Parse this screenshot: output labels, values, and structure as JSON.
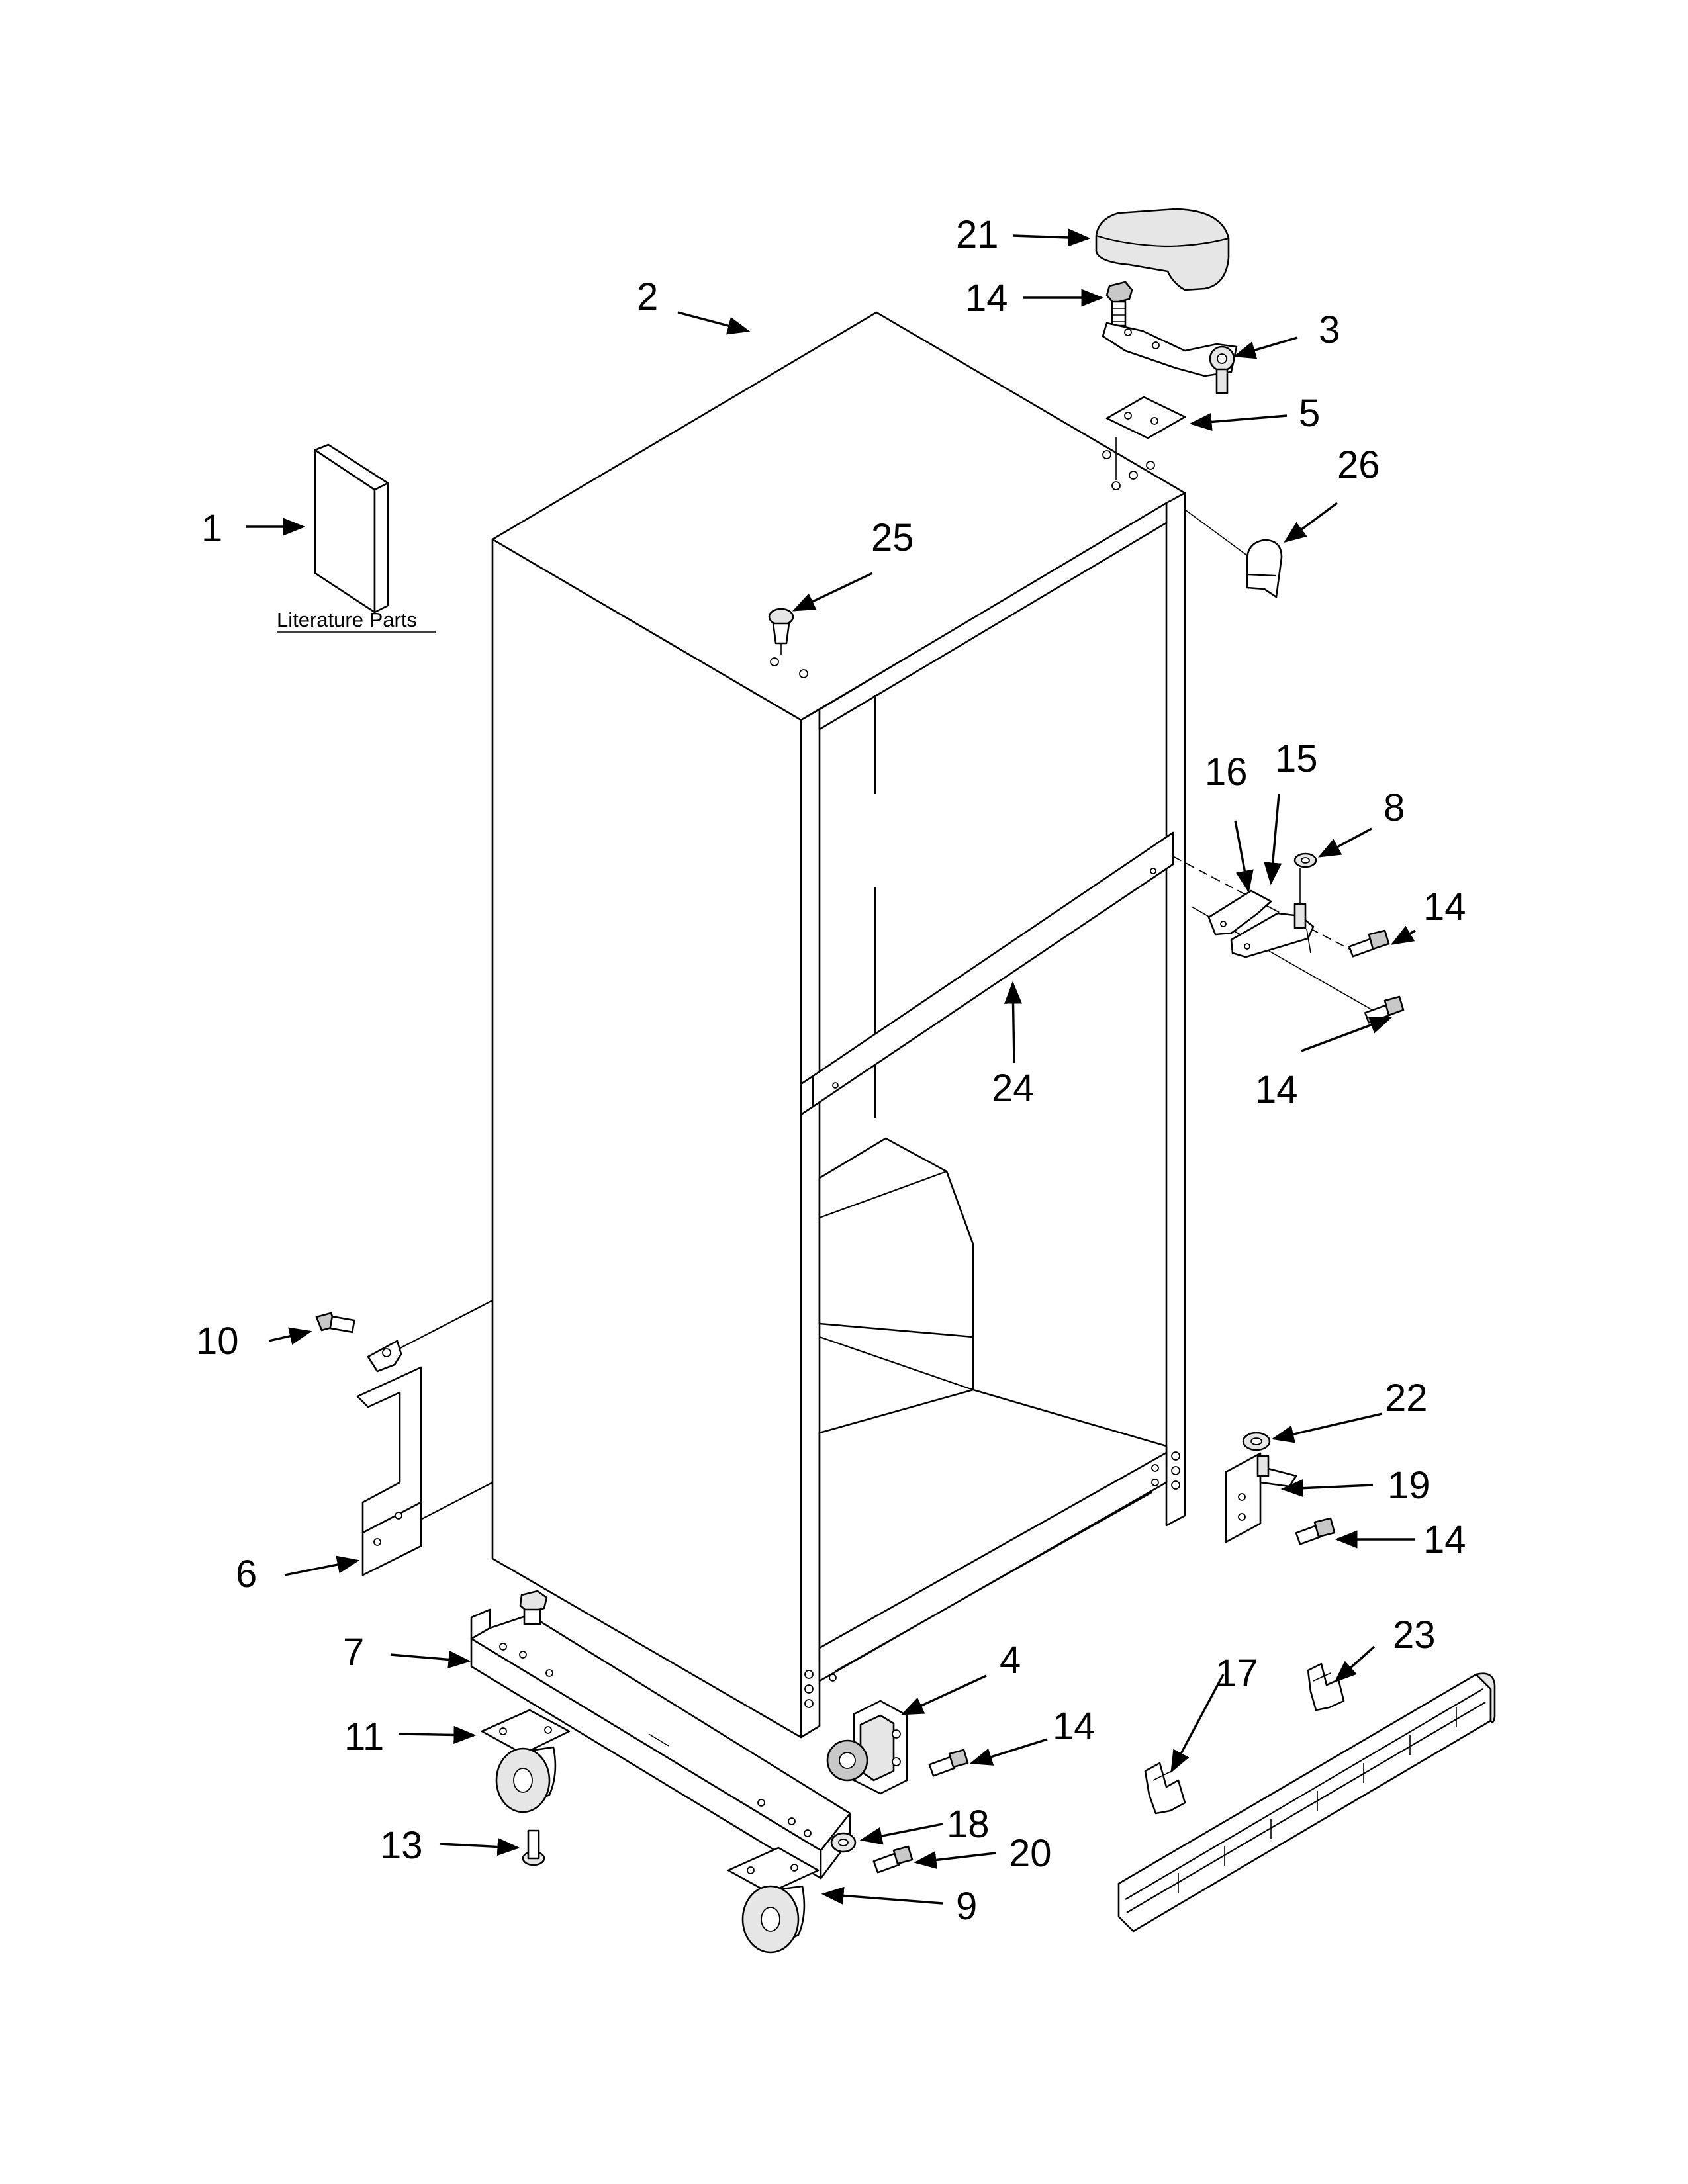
{
  "literature_label": "Literature Parts",
  "callouts": [
    {
      "id": "1",
      "text": "1"
    },
    {
      "id": "2",
      "text": "2"
    },
    {
      "id": "3",
      "text": "3"
    },
    {
      "id": "4",
      "text": "4"
    },
    {
      "id": "5",
      "text": "5"
    },
    {
      "id": "6",
      "text": "6"
    },
    {
      "id": "7",
      "text": "7"
    },
    {
      "id": "8",
      "text": "8"
    },
    {
      "id": "9",
      "text": "9"
    },
    {
      "id": "10",
      "text": "10"
    },
    {
      "id": "11",
      "text": "11"
    },
    {
      "id": "13",
      "text": "13"
    },
    {
      "id": "14a",
      "text": "14"
    },
    {
      "id": "14b",
      "text": "14"
    },
    {
      "id": "14c",
      "text": "14"
    },
    {
      "id": "14d",
      "text": "14"
    },
    {
      "id": "14e",
      "text": "14"
    },
    {
      "id": "15",
      "text": "15"
    },
    {
      "id": "16",
      "text": "16"
    },
    {
      "id": "17",
      "text": "17"
    },
    {
      "id": "18",
      "text": "18"
    },
    {
      "id": "19",
      "text": "19"
    },
    {
      "id": "20",
      "text": "20"
    },
    {
      "id": "21",
      "text": "21"
    },
    {
      "id": "22",
      "text": "22"
    },
    {
      "id": "23",
      "text": "23"
    },
    {
      "id": "24",
      "text": "24"
    },
    {
      "id": "25",
      "text": "25"
    },
    {
      "id": "26",
      "text": "26"
    }
  ]
}
